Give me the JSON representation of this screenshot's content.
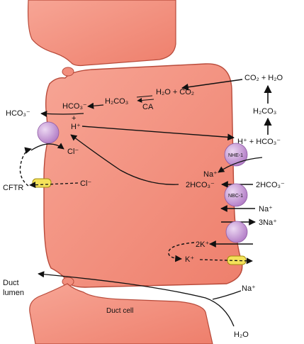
{
  "labels": {
    "co2_h2o": "CO₂ + H₂O",
    "h2co3_right": "H₂CO₃",
    "h_hco3_right": "H⁺ + HCO₃⁻",
    "hco3_h2co3_chain_a": "HCO₃⁻",
    "hco3_h2co3_chain_b": "H₂CO₃",
    "h2o_co2_chain": "H₂O + CO₂",
    "ca": "CA",
    "hco3_lumen": "HCO₃⁻",
    "h_plus_cell": "H⁺",
    "h_plus_small": "+",
    "cl_cell_top": "Cl⁻",
    "cftr": "CFTR",
    "cl_cftr": "Cl⁻",
    "na_nhe": "Na⁺",
    "two_hco3_cell": "2HCO₃⁻",
    "two_hco3_out": "2HCO₃⁻",
    "na_out_mid": "Na⁺",
    "three_na": "3Na⁺",
    "two_k": "2K⁺",
    "k_plus": "K⁺",
    "duct_lumen_1": "Duct",
    "duct_lumen_2": "lumen",
    "na_bottom": "Na⁺",
    "h2o_bottom": "H₂O",
    "duct_cell": "Duct cell"
  },
  "transporters": {
    "nhe1": "NHE-1",
    "nbc1": "NBC-1"
  },
  "colors": {
    "cell_fill": "#f28e7d",
    "cell_stroke": "#b84a3a",
    "cell_highlight": "#f7b4a6",
    "transporter": "#c79ad6",
    "channel": "#f4e25a",
    "arrow": "#111111"
  }
}
